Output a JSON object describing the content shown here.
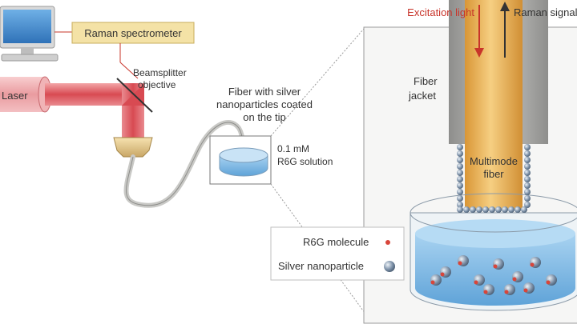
{
  "labels": {
    "laser": "Laser",
    "spectrometer": "Raman spectrometer",
    "beamsplitter_1": "Beamsplitter",
    "beamsplitter_2": "objective",
    "fiber_1": "Fiber with silver",
    "fiber_2": "nanoparticles coated",
    "fiber_3": "on the tip",
    "solution_1": "0.1 mM",
    "solution_2": "R6G solution",
    "excitation": "Excitation light",
    "raman_signal": "Raman signal",
    "jacket_1": "Fiber",
    "jacket_2": "jacket",
    "multimode_1": "Multimode",
    "multimode_2": "fiber"
  },
  "legend": {
    "r6g": "R6G molecule",
    "silver": "Silver nanoparticle"
  },
  "colors": {
    "laser_beam": "#e1575e",
    "fiber_core": "#e9b255",
    "fiber_jacket": "#a9a9a6",
    "solution": "#8fc3ea",
    "r6g_dot": "#d8453a",
    "nanoparticle": "#7a8ea6",
    "spectrometer_box": "#f3e3a8",
    "arrow_red": "#c8342a"
  }
}
